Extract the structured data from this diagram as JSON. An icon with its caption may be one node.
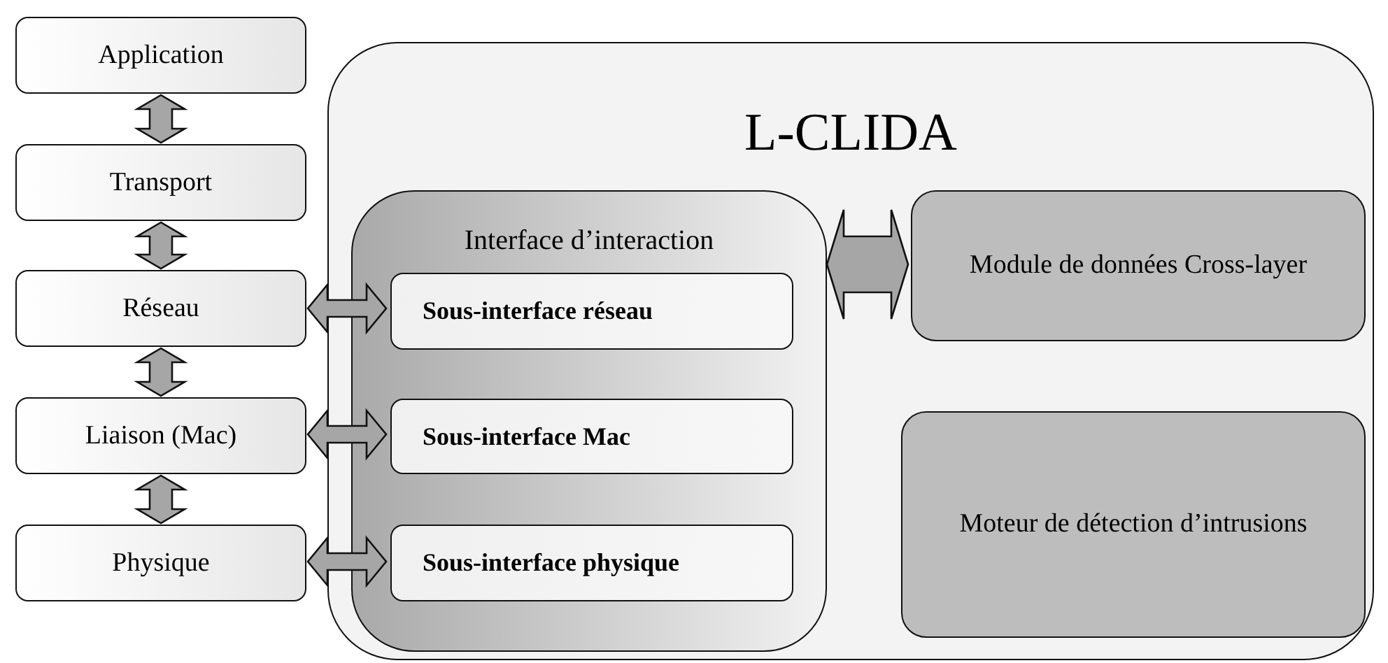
{
  "diagram": {
    "nodes": [
      {
        "text": [
          "Application"
        ]
      },
      {
        "text": [
          "Transport"
        ]
      },
      {
        "text": [
          "Réseau"
        ]
      },
      {
        "text": [
          "Liaison (Mac)"
        ]
      },
      {
        "text": [
          "Physique"
        ]
      },
      {
        "text": [
          "L-CLIDA"
        ]
      },
      {
        "text": [
          "Interface d’interaction"
        ],
        "in": 5
      },
      {
        "text": [
          "Sous-interface réseau"
        ],
        "in": 6
      },
      {
        "text": [
          "Sous-interface Mac"
        ],
        "in": 6
      },
      {
        "text": [
          "Sous-interface physique"
        ],
        "in": 6
      },
      {
        "text": [
          "Module de données Cross-layer"
        ],
        "in": 5
      },
      {
        "text": [
          "Moteur de détection d’intrusions"
        ],
        "in": 5
      }
    ],
    "edges": [
      {
        "from": 0,
        "to": 1,
        "arrow": "both"
      },
      {
        "from": 1,
        "to": 2,
        "arrow": "both"
      },
      {
        "from": 2,
        "to": 3,
        "arrow": "both"
      },
      {
        "from": 3,
        "to": 4,
        "arrow": "both"
      },
      {
        "from": 2,
        "to": 7,
        "arrow": "both"
      },
      {
        "from": 3,
        "to": 8,
        "arrow": "both"
      },
      {
        "from": 4,
        "to": 9,
        "arrow": "both"
      },
      {
        "from": 6,
        "to": 10,
        "arrow": "both"
      }
    ]
  }
}
